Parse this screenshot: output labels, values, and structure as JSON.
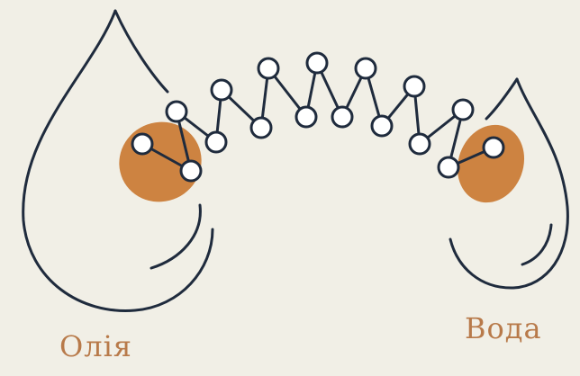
{
  "labels": {
    "left": "Олія",
    "right": "Вода"
  },
  "colors": {
    "background": "#f1efe6",
    "stroke": "#1f2b3d",
    "blob": "#c9772f",
    "node_fill": "#ffffff",
    "label": "#b87a4a"
  },
  "icons": {
    "left_drop": "oil-drop-icon",
    "right_drop": "water-drop-icon",
    "chain": "molecule-chain"
  }
}
